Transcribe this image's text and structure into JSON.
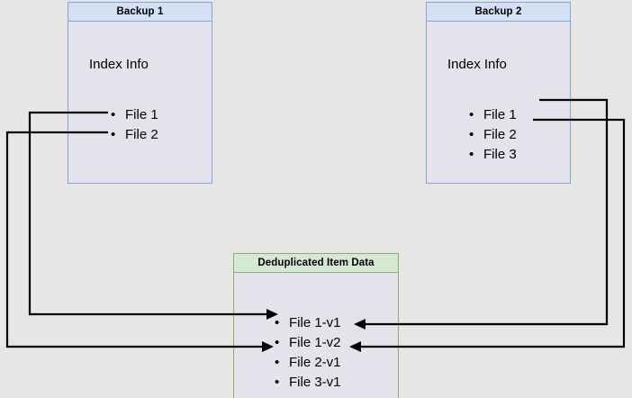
{
  "diagram": {
    "title": "Backup deduplication index diagram",
    "background_color": "#e8e5e5",
    "nodes": {
      "backup1": {
        "header": "Backup 1",
        "index_label": "Index Info",
        "files": [
          "File 1",
          "File 2"
        ],
        "border_color": "#7ea6d9",
        "header_color": "#d4e1f5",
        "body_color": "#e4e2ea"
      },
      "backup2": {
        "header": "Backup 2",
        "index_label": "Index Info",
        "files": [
          "File 1",
          "File 2",
          "File 3"
        ],
        "border_color": "#7ea6d9",
        "header_color": "#d4e1f5",
        "body_color": "#e4e2ea"
      },
      "dedup": {
        "header": "Deduplicated Item Data",
        "files": [
          "File 1-v1",
          "File 1-v2",
          "File 2-v1",
          "File 3-v1"
        ],
        "border_color": "#82b366",
        "header_color": "#d5e8d4",
        "body_color": "#e4e2ea"
      }
    },
    "connectors": [
      {
        "name": "backup1-file1-to-file1v1",
        "from": "Backup 1 / File 1",
        "to": "Deduplicated Item Data / File 1-v1"
      },
      {
        "name": "backup1-file2-to-file2v1",
        "from": "Backup 1 / File 2",
        "to": "Deduplicated Item Data / File 2-v1"
      },
      {
        "name": "backup2-file1-to-file1v2",
        "from": "Backup 2 / File 1",
        "to": "Deduplicated Item Data / File 1-v2"
      },
      {
        "name": "backup2-file2-to-file2v1",
        "from": "Backup 2 / File 2",
        "to": "Deduplicated Item Data / File 2-v1"
      }
    ]
  }
}
